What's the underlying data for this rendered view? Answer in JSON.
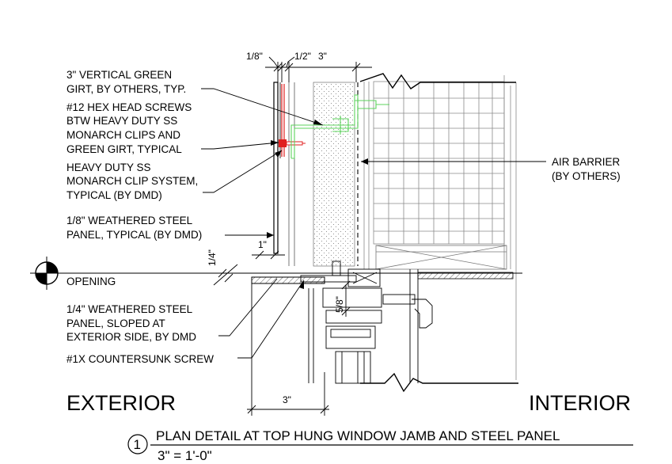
{
  "notes": {
    "green_girt": [
      "3\" VERTICAL GREEN",
      "GIRT, BY OTHERS, TYP."
    ],
    "hex_screws": [
      "#12 HEX HEAD SCREWS",
      "BTW HEAVY DUTY SS",
      "MONARCH CLIPS AND",
      "GREEN GIRT, TYPICAL"
    ],
    "clip_system": [
      "HEAVY DUTY SS",
      "MONARCH CLIP SYSTEM,",
      "TYPICAL (BY DMD)"
    ],
    "panel_18": [
      "1/8\" WEATHERED STEEL",
      "PANEL, TYPICAL (BY DMD)"
    ],
    "panel_14": [
      "1/4\" WEATHERED STEEL",
      "PANEL, SLOPED AT",
      "EXTERIOR SIDE, BY DMD"
    ],
    "countersunk": [
      "#1X COUNTERSUNK SCREW"
    ],
    "air_barrier": [
      "AIR BARRIER",
      "(BY OTHERS)"
    ],
    "opening": "OPENING"
  },
  "dimensions": {
    "d_1_8": "1/8\"",
    "d_1_2": "1/2\"",
    "d_3_top": "3\"",
    "d_1": "1\"",
    "d_1_4": "1/4\"",
    "d_5_8": "5/8\"",
    "d_3_bottom": "3\""
  },
  "labels": {
    "exterior": "EXTERIOR",
    "interior": "INTERIOR"
  },
  "title": {
    "number": "1",
    "text": "PLAN DETAIL AT TOP HUNG WINDOW JAMB AND STEEL PANEL",
    "scale": "3\" = 1'-0\""
  },
  "colors": {
    "line": "#000000",
    "girt": "#5dd35d",
    "screw": "#e02020",
    "grid": "#8a8a8a"
  }
}
